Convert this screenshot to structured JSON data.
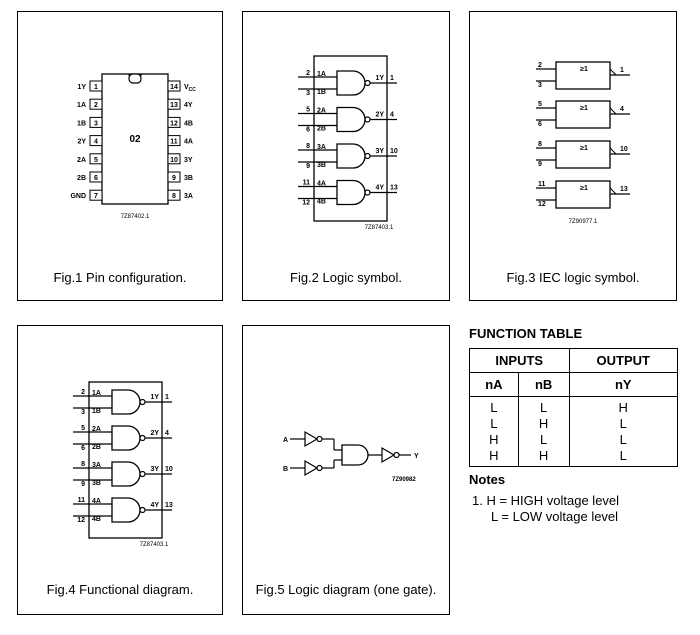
{
  "fig1": {
    "caption": "Fig.1  Pin configuration.",
    "chip_label": "02",
    "code": "7Z87402.1",
    "left_pins": [
      {
        "name": "1Y",
        "num": "1"
      },
      {
        "name": "1A",
        "num": "2"
      },
      {
        "name": "1B",
        "num": "3"
      },
      {
        "name": "2Y",
        "num": "4"
      },
      {
        "name": "2A",
        "num": "5"
      },
      {
        "name": "2B",
        "num": "6"
      },
      {
        "name": "GND",
        "num": "7"
      }
    ],
    "right_pins": [
      {
        "name": "VCC",
        "num": "14"
      },
      {
        "name": "4Y",
        "num": "13"
      },
      {
        "name": "4B",
        "num": "12"
      },
      {
        "name": "4A",
        "num": "11"
      },
      {
        "name": "3Y",
        "num": "10"
      },
      {
        "name": "3B",
        "num": "9"
      },
      {
        "name": "3A",
        "num": "8"
      }
    ]
  },
  "fig2": {
    "caption": "Fig.2  Logic symbol.",
    "code": "7Z87403.1",
    "gates": [
      {
        "a": "1A",
        "an": "2",
        "b": "1B",
        "bn": "3",
        "y": "1Y",
        "yn": "1"
      },
      {
        "a": "2A",
        "an": "5",
        "b": "2B",
        "bn": "6",
        "y": "2Y",
        "yn": "4"
      },
      {
        "a": "3A",
        "an": "8",
        "b": "3B",
        "bn": "9",
        "y": "3Y",
        "yn": "10"
      },
      {
        "a": "4A",
        "an": "11",
        "b": "4B",
        "bn": "12",
        "y": "4Y",
        "yn": "13"
      }
    ]
  },
  "fig3": {
    "caption": "Fig.3  IEC logic symbol.",
    "code": "7Z90977.1",
    "box_label": "≥1",
    "gates": [
      {
        "in1": "2",
        "in2": "3",
        "out": "1"
      },
      {
        "in1": "5",
        "in2": "6",
        "out": "4"
      },
      {
        "in1": "8",
        "in2": "9",
        "out": "10"
      },
      {
        "in1": "11",
        "in2": "12",
        "out": "13"
      }
    ]
  },
  "fig4": {
    "caption": "Fig.4  Functional diagram.",
    "code": "7Z87403.1"
  },
  "fig5": {
    "caption": "Fig.5  Logic diagram (one gate).",
    "code": "7Z90982",
    "input_a": "A",
    "input_b": "B",
    "output": "Y"
  },
  "function_table": {
    "title": "FUNCTION TABLE",
    "inputs_header": "INPUTS",
    "output_header": "OUTPUT",
    "col_a": "nA",
    "col_b": "nB",
    "col_y": "nY",
    "rows": [
      {
        "a": "L",
        "b": "L",
        "y": "H"
      },
      {
        "a": "L",
        "b": "H",
        "y": "L"
      },
      {
        "a": "H",
        "b": "L",
        "y": "L"
      },
      {
        "a": "H",
        "b": "H",
        "y": "L"
      }
    ]
  },
  "notes": {
    "title": "Notes",
    "line1": "1.   H = HIGH voltage level",
    "line2": "L  = LOW voltage level"
  }
}
